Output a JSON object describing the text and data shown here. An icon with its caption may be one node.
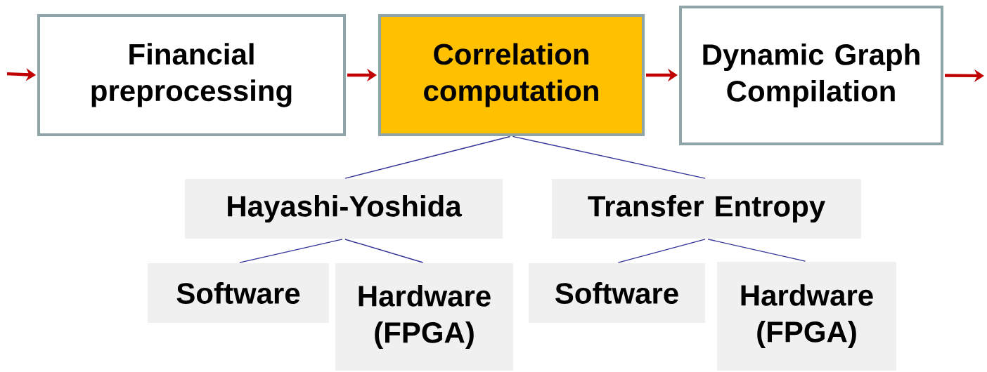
{
  "diagram": {
    "nodes": [
      {
        "text": [
          "Financial preprocessing"
        ]
      },
      {
        "text": [
          "Correlation computation"
        ]
      },
      {
        "text": [
          "Dynamic Graph Compilation"
        ]
      },
      {
        "text": [
          "Hayashi-Yoshida"
        ]
      },
      {
        "text": [
          "Transfer Entropy"
        ]
      },
      {
        "text": [
          "Software"
        ]
      },
      {
        "text": [
          "Hardware (FPGA)"
        ]
      },
      {
        "text": [
          "Software"
        ]
      },
      {
        "text": [
          "Hardware (FPGA)"
        ]
      }
    ],
    "edges": [
      {
        "from": null,
        "to": 0,
        "arrow": "to",
        "style": "thick",
        "color": "#c00000"
      },
      {
        "from": 0,
        "to": 1,
        "arrow": "to",
        "style": "thick",
        "color": "#c00000"
      },
      {
        "from": 1,
        "to": 2,
        "arrow": "to",
        "style": "thick",
        "color": "#c00000"
      },
      {
        "from": 2,
        "to": null,
        "arrow": "to",
        "style": "thick",
        "color": "#c00000"
      },
      {
        "from": 1,
        "to": 3,
        "arrow": "none"
      },
      {
        "from": 1,
        "to": 4,
        "arrow": "none"
      },
      {
        "from": 3,
        "to": 5,
        "arrow": "none"
      },
      {
        "from": 3,
        "to": 6,
        "arrow": "none"
      },
      {
        "from": 4,
        "to": 7,
        "arrow": "none"
      },
      {
        "from": 4,
        "to": 8,
        "arrow": "none"
      }
    ]
  }
}
